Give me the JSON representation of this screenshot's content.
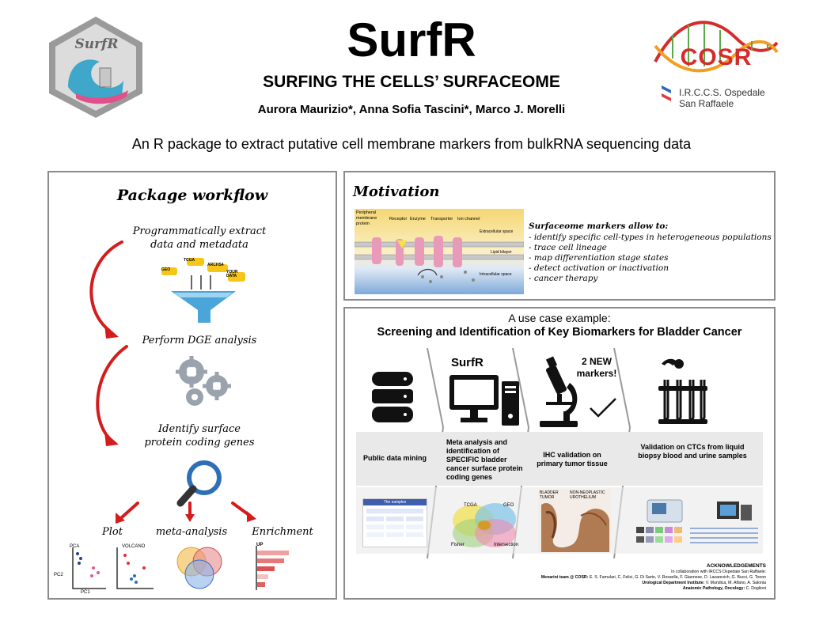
{
  "header": {
    "title": "SurfR",
    "subtitle": "SURFING THE CELLS’ SURFACEOME",
    "authors": "Aurora Maurizio*, Anna Sofia Tascini*, Marco J. Morelli",
    "tagline": "An R package to extract putative cell membrane markers from bulkRNA sequencing data",
    "logo_left_text": "SurfR",
    "logo_right_text": "COSR",
    "logo_right_sub1": "I.R.C.C.S. Ospedale",
    "logo_right_sub2": "San Raffaele"
  },
  "workflow": {
    "title": "Package workflow",
    "step1_line1": "Programmatically extract",
    "step1_line2": "data and metadata",
    "step2": "Perform DGE analysis",
    "step3_line1": "Identify surface",
    "step3_line2": "protein coding genes",
    "out_plot": "Plot",
    "out_meta": "meta-analysis",
    "out_enrich": "Enrichment",
    "funnel_tags": [
      "TCGA",
      "GEO",
      "ARCHS4",
      "YOUR DATA"
    ],
    "plot_labels": [
      "PCA",
      "VOLCANO",
      "PC2",
      "PC1",
      "UP"
    ]
  },
  "motivation": {
    "title": "Motivation",
    "intro": "Surfaceome markers allow to:",
    "bullets": [
      "- identify specific cell-types in heterogeneous populations",
      "- trace cell lineage",
      "- map differentiation stage states",
      "- detect activation or inactivation",
      "- cancer therapy"
    ],
    "membrane_labels": [
      "Peripheral membrane protein",
      "Receptor",
      "Enzyme",
      "Transporter",
      "Ion channel"
    ],
    "side_labels": [
      "Extracellular space",
      "Lipid bilayer",
      "Intracellular space"
    ]
  },
  "usecase": {
    "heading1": "A use case example:",
    "heading2": "Screening and Identification of Key Biomarkers for Bladder Cancer",
    "surfr_label": "SurfR",
    "new_markers": "2 NEW markers!",
    "stages": [
      "Public data mining",
      "Meta analysis and identification of SPECIFIC bladder cancer surface protein coding genes",
      "IHC validation on primary tumor tissue",
      "Validation on CTCs from liquid biopsy blood and urine samples"
    ],
    "tissue_labels": [
      "BLADDER TUMOR",
      "NON-NEOPLASTIC UROTHELIUM"
    ],
    "venn_labels": [
      "TCGA",
      "GEO",
      "Fisher",
      "Intersection"
    ],
    "table_title": "The samples",
    "ack": {
      "title": "ACKNOWLEDGEMENTS",
      "line1": "In collaboration with IRCCS Ospedale San Raffaele:",
      "line2_bold": "Menarini team @ COSR:",
      "line2": " E. S. Famulari, C. Felici, G. Di Sarto, V. Rossella, F. Giannese, D. Lazarevich, G. Bucci, G. Tonon",
      "line3_bold": "Urological Department Institute:",
      "line3": " V. Mundica, M. Alfano, A. Salonia",
      "line4_bold": "Anatomic Pathology, Oncology:",
      "line4": " C. Doglioni"
    }
  },
  "colors": {
    "arrow_red": "#d41c1c",
    "panel_border": "#8a8a8a",
    "band_grey": "#e9e9e9",
    "cosr_red": "#d62b2b"
  }
}
